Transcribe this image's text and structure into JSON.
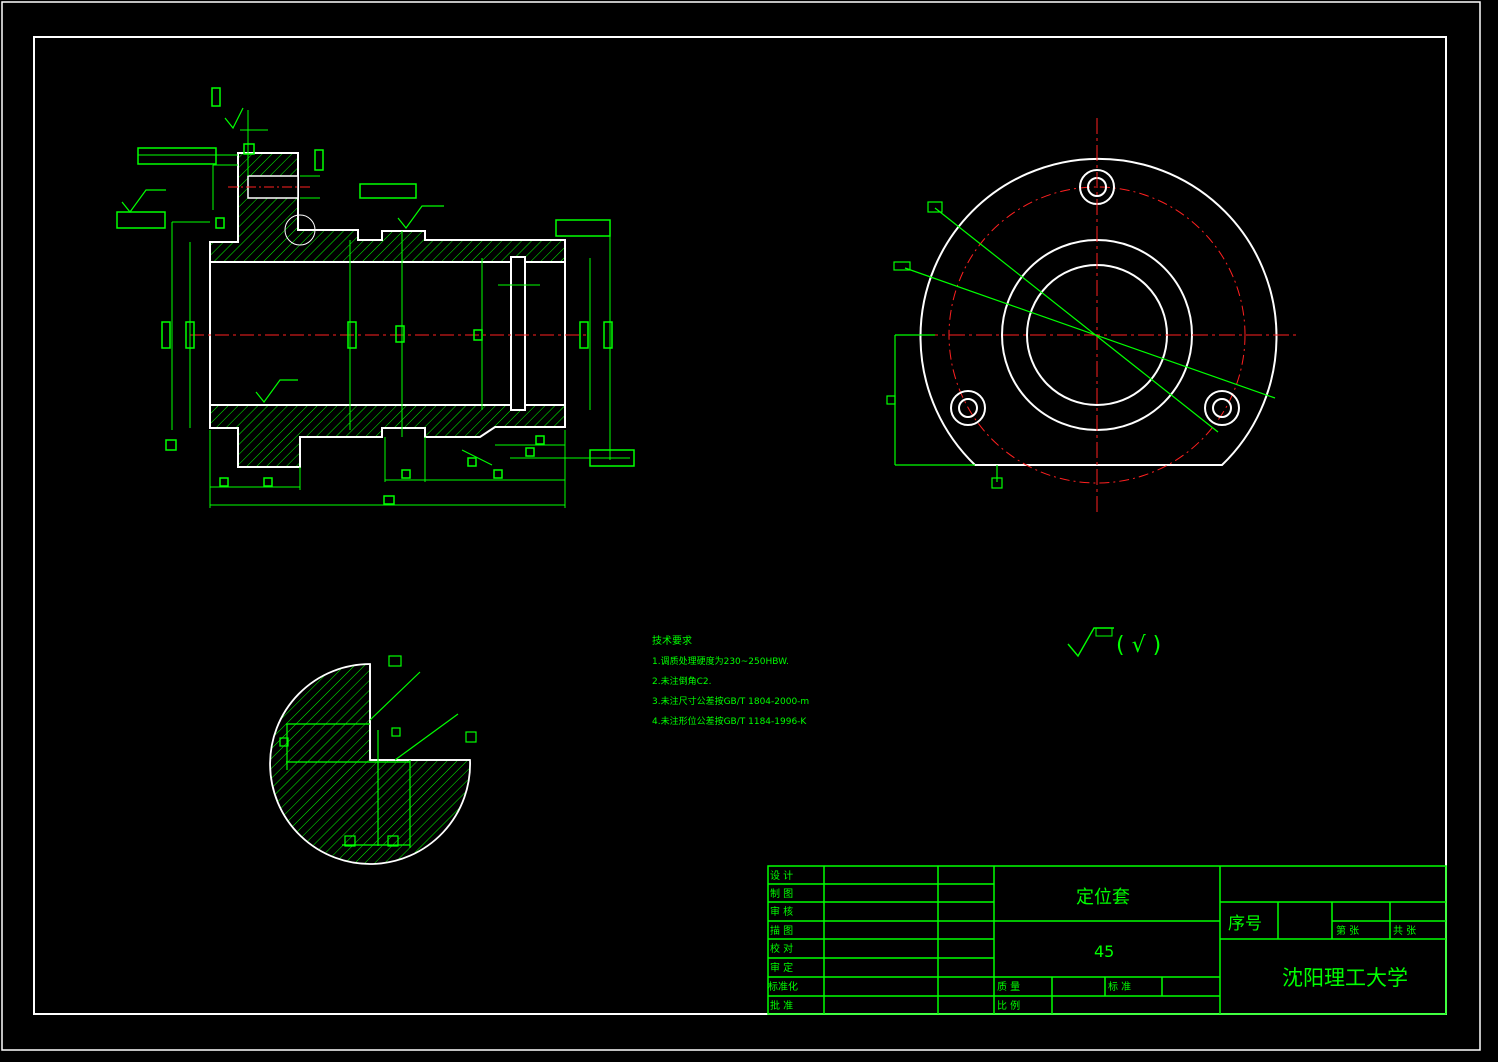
{
  "colors": {
    "background": "#000000",
    "outline": "#ffffff",
    "dimension": "#00ff00",
    "centerline": "#ff2020"
  },
  "title_block": {
    "part_name": "定位套",
    "material": "45",
    "label_serial": "序号",
    "organization": "沈阳理工大学",
    "left_labels": [
      "设 计",
      "制 图",
      "审 核",
      "描 图",
      "校 对",
      "审 定",
      "标准化",
      "批 准"
    ],
    "right_row_labels": [
      "质 量",
      "比 例"
    ],
    "mid_cell_label": "标 准",
    "sheet_label_1": "第 张",
    "sheet_label_2": "共 张"
  },
  "roughness_note": "(  √  )",
  "tech_notes": {
    "heading": "技术要求",
    "lines": [
      "1.调质处理硬度为230~250HBW.",
      "2.未注倒角C2.",
      "3.未注尺寸公差按GB/T 1804-2000-m",
      "4.未注形位公差按GB/T 1184-1996-K"
    ]
  }
}
